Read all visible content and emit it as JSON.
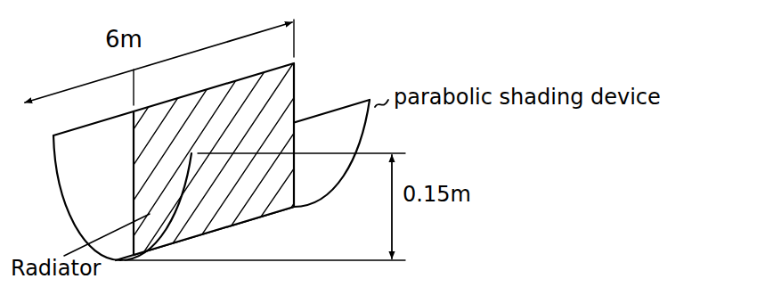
{
  "diagram": {
    "labels": [
      "6m",
      "parabolic shading device",
      "0.15m",
      "Radiator"
    ]
  }
}
